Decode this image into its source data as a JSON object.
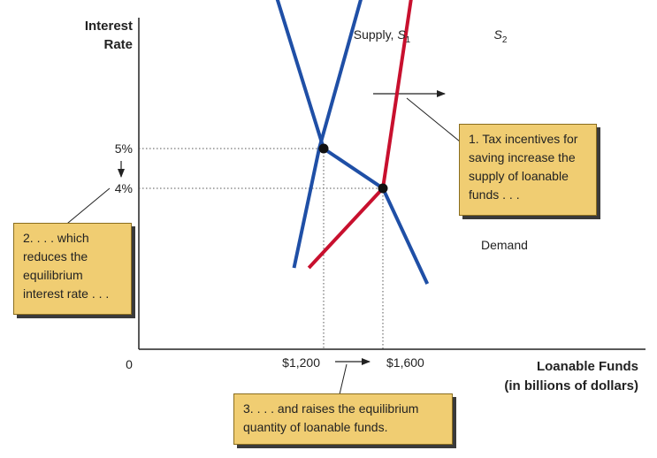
{
  "chart_data": {
    "type": "line",
    "ylabel": [
      "Interest",
      "Rate"
    ],
    "xlabel": [
      "Loanable Funds",
      "(in billions of dollars)"
    ],
    "origin_label": "0",
    "series": [
      {
        "name": "Supply, S1",
        "label_main": "Supply, ",
        "label_sym": "S",
        "label_sub": "1",
        "color": "#1f4fa6",
        "points": [
          [
            1000,
            2.0
          ],
          [
            1170,
            5.0
          ],
          [
            1620,
            11.0
          ]
        ]
      },
      {
        "name": "S2",
        "label_main": "",
        "label_sym": "S",
        "label_sub": "2",
        "color": "#c8102e",
        "points": [
          [
            1100,
            2.0
          ],
          [
            1600,
            4.0
          ],
          [
            1880,
            11.0
          ]
        ]
      },
      {
        "name": "Demand",
        "label_main": "Demand",
        "label_sym": "",
        "label_sub": "",
        "color": "#1f4fa6",
        "points": [
          [
            800,
            9.8
          ],
          [
            1200,
            5.0
          ],
          [
            1600,
            4.0
          ],
          [
            1900,
            1.6
          ]
        ]
      }
    ],
    "equilibria": [
      {
        "x": 1200,
        "y": 5,
        "x_label": "$1,200",
        "y_label": "5%"
      },
      {
        "x": 1600,
        "y": 4,
        "x_label": "$1,600",
        "y_label": "4%"
      }
    ],
    "annotations": [
      {
        "lines": [
          "1. Tax incentives for",
          "saving increase the",
          "supply of loanable",
          "funds . . ."
        ]
      },
      {
        "lines": [
          "2. . . . which",
          "reduces the",
          "equilibrium",
          "interest rate . . ."
        ]
      },
      {
        "lines": [
          "3. . . . and raises the equilibrium",
          "quantity of loanable funds."
        ]
      }
    ]
  }
}
